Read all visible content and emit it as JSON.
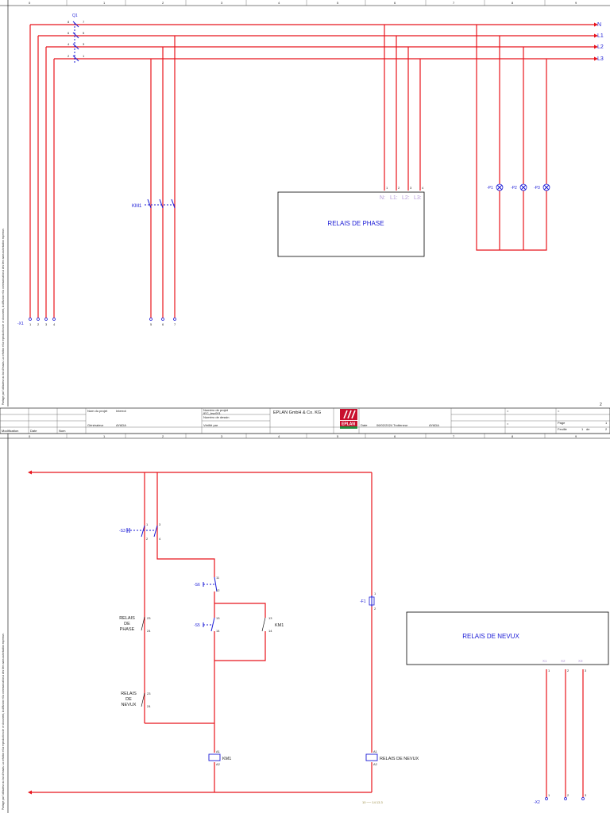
{
  "columns": [
    "0",
    "1",
    "2",
    "3",
    "4",
    "5",
    "6",
    "7",
    "8",
    "9"
  ],
  "page_numbers": {
    "first": "1",
    "second": "2"
  },
  "sheet1": {
    "breaker": "Q1",
    "contactor": "KM1",
    "phase_relay": "RELAIS DE PHASE",
    "phase_relay_terminals": [
      "N:",
      "L1:",
      "L2:",
      "L3:"
    ],
    "bus_labels": [
      "N",
      "L1",
      "L2",
      "L3"
    ],
    "lamps": [
      "-P1",
      "-P2",
      "-P3"
    ],
    "terminal_strip": "-X1",
    "terminal_nums": [
      "1",
      "2",
      "3",
      "4",
      "5",
      "6",
      "7"
    ],
    "breaker_pins": [
      "8",
      "7",
      "6",
      "5",
      "4",
      "3",
      "2",
      "1"
    ],
    "relay_pins": [
      "1",
      "2",
      "3",
      "4"
    ]
  },
  "title_block": {
    "modification": "Modification",
    "date": "Date",
    "name": "Nom",
    "project_name_label": "Nom du projet",
    "project_name_value": "Interrot",
    "author_label": "Générateur",
    "author_value": "AYADA",
    "project_number_label": "Numéro de projet",
    "project_number_value": "IEC_bsc001",
    "drawing_number_label": "Numéro de dessin",
    "verified_label": "Vérifié par",
    "company": "EPLAN GmbH & Co. KG",
    "logo_text": "EPLAN",
    "date_label": "Date",
    "date_value": "06/02/2024 Trotteneur",
    "author2_value": "AYADA",
    "page_label": "Page",
    "page_value": "1",
    "sheet_label": "Feuille",
    "sheet_value": "1",
    "sheet_of": "de",
    "sheet_total": "2",
    "eq_label": "="
  },
  "sheet2": {
    "s3": "-S3",
    "s6": "-S6",
    "s5": "-S5",
    "f1": "-F1",
    "km1_contact": "KM1",
    "phase_relay_contact": [
      "RELAIS",
      "DE",
      "PHASE"
    ],
    "nevux_relay_contact": [
      "RELAIS",
      "DE",
      "NEVUX"
    ],
    "km1_coil": "KM1",
    "nevux_coil": "RELAIS DE NEVUX",
    "nevux_relay_box": "RELAIS DE NEVUX",
    "terminal_strip": "-X2",
    "x2_terms": [
      "1",
      "2",
      "3"
    ],
    "nevux_pins": [
      "1",
      "2",
      "3"
    ],
    "nevux_terms": [
      "X1",
      "X2",
      "X3"
    ],
    "pins": {
      "p1": "1",
      "p2": "2",
      "p3": "3",
      "p4": "4",
      "p11": "11",
      "p12": "12",
      "p13": "13",
      "p14": "14",
      "p23": "23",
      "p24": "24",
      "a1": "A1",
      "a2": "A2",
      "pf1": "1",
      "pf2": "2"
    },
    "footer_ref": "10 ── 14 13.3"
  },
  "side_note": "Partage par l'utilisateur au but d'essais. La création et la reproduction de ce document, la diffusion et la communication à des tiers sans autorisation expresse."
}
